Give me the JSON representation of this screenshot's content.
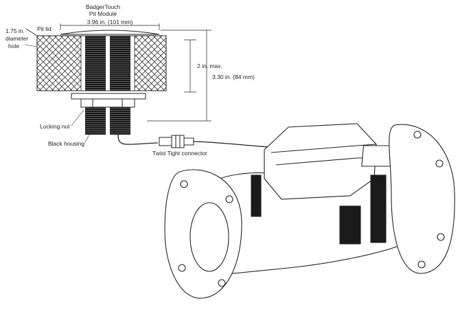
{
  "labels": {
    "module_title_line1": "BadgerTouch",
    "module_title_line2": "Pit Module",
    "width_dim": "3.96 in. (101 mm)",
    "pit_lid": "Pit lid",
    "hole_line1": "1.75 in.",
    "hole_line2": "diameter",
    "hole_line3": "hole",
    "max_depth": "2 in. max.",
    "height_dim": "3.30 in. (84 mm)",
    "locking_nut": "Locking nut",
    "black_housing": "Black housing",
    "connector": "Twist Tight connector"
  },
  "colors": {
    "line": "#222222",
    "hatch": "#333333",
    "thread": "#1a1a1a",
    "background": "#ffffff"
  }
}
